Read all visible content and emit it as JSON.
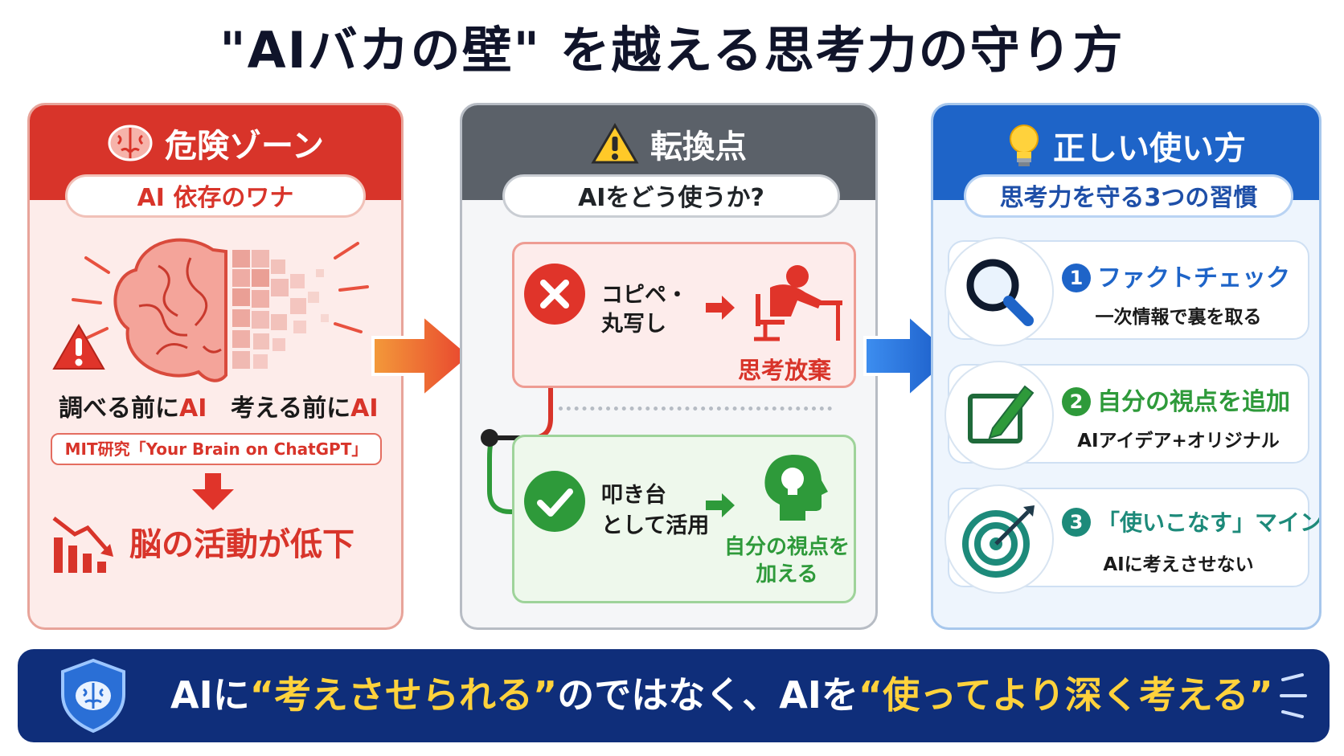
{
  "title": "\"AIバカの壁\" を越える思考力の守り方",
  "left": {
    "title": "危険ゾーン",
    "subtitle": "AI 依存のワナ",
    "label_left_a": "調べる前に",
    "label_left_b": "AI",
    "label_right_a": "考える前に",
    "label_right_b": "AI",
    "study": "MIT研究「Your Brain on ChatGPT」",
    "result": "脳の活動が低下"
  },
  "middle": {
    "title": "転換点",
    "subtitle": "AIをどう使うか?",
    "bad_line1": "コピペ・",
    "bad_line2": "丸写し",
    "bad_result": "思考放棄",
    "good_line1": "叩き台",
    "good_line2": "として活用",
    "good_result_line1": "自分の視点を",
    "good_result_line2": "加える"
  },
  "right": {
    "title": "正しい使い方",
    "subtitle": "思考力を守る3つの習慣",
    "habits": [
      {
        "num": "1",
        "title": "ファクトチェック",
        "desc": "一次情報で裏を取る"
      },
      {
        "num": "2",
        "title": "自分の視点を追加",
        "desc": "AIアイデア+オリジナル"
      },
      {
        "num": "3",
        "title": "「使いこなす」マインド",
        "desc": "AIに考えさせない"
      }
    ]
  },
  "banner": {
    "part1": "AIに",
    "part2": "“考えさせられる”",
    "part3": "のではなく、AIを",
    "part4": "“使ってより深く考える”"
  },
  "colors": {
    "danger": "#d8342a",
    "neutral": "#5b6169",
    "correct": "#1e64c8",
    "good": "#2e9a3a",
    "banner": "#0f2e7a",
    "highlight": "#ffd23c"
  }
}
